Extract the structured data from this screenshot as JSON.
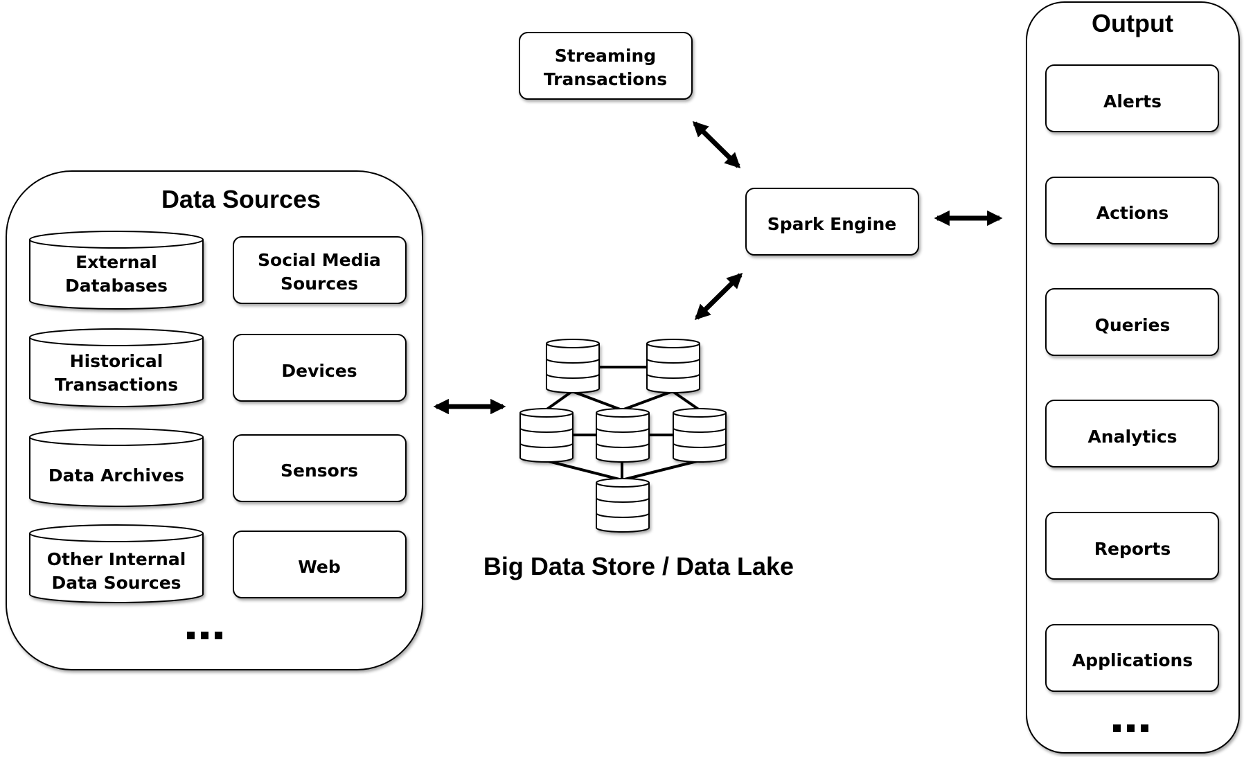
{
  "data_sources": {
    "title": "Data Sources",
    "databases": [
      {
        "line1": "External",
        "line2": "Databases"
      },
      {
        "line1": "Historical",
        "line2": "Transactions"
      },
      {
        "line1": "Data Archives",
        "line2": ""
      },
      {
        "line1": "Other Internal",
        "line2": "Data Sources"
      }
    ],
    "sources": [
      {
        "line1": "Social Media",
        "line2": "Sources"
      },
      {
        "line1": "Devices",
        "line2": ""
      },
      {
        "line1": "Sensors",
        "line2": ""
      },
      {
        "line1": "Web",
        "line2": ""
      }
    ],
    "more": "..."
  },
  "streaming": {
    "line1": "Streaming",
    "line2": "Transactions"
  },
  "spark": {
    "label": "Spark Engine"
  },
  "data_lake": {
    "label": "Big Data Store / Data Lake"
  },
  "output": {
    "title": "Output",
    "items": [
      "Alerts",
      "Actions",
      "Queries",
      "Analytics",
      "Reports",
      "Applications"
    ],
    "more": "..."
  }
}
